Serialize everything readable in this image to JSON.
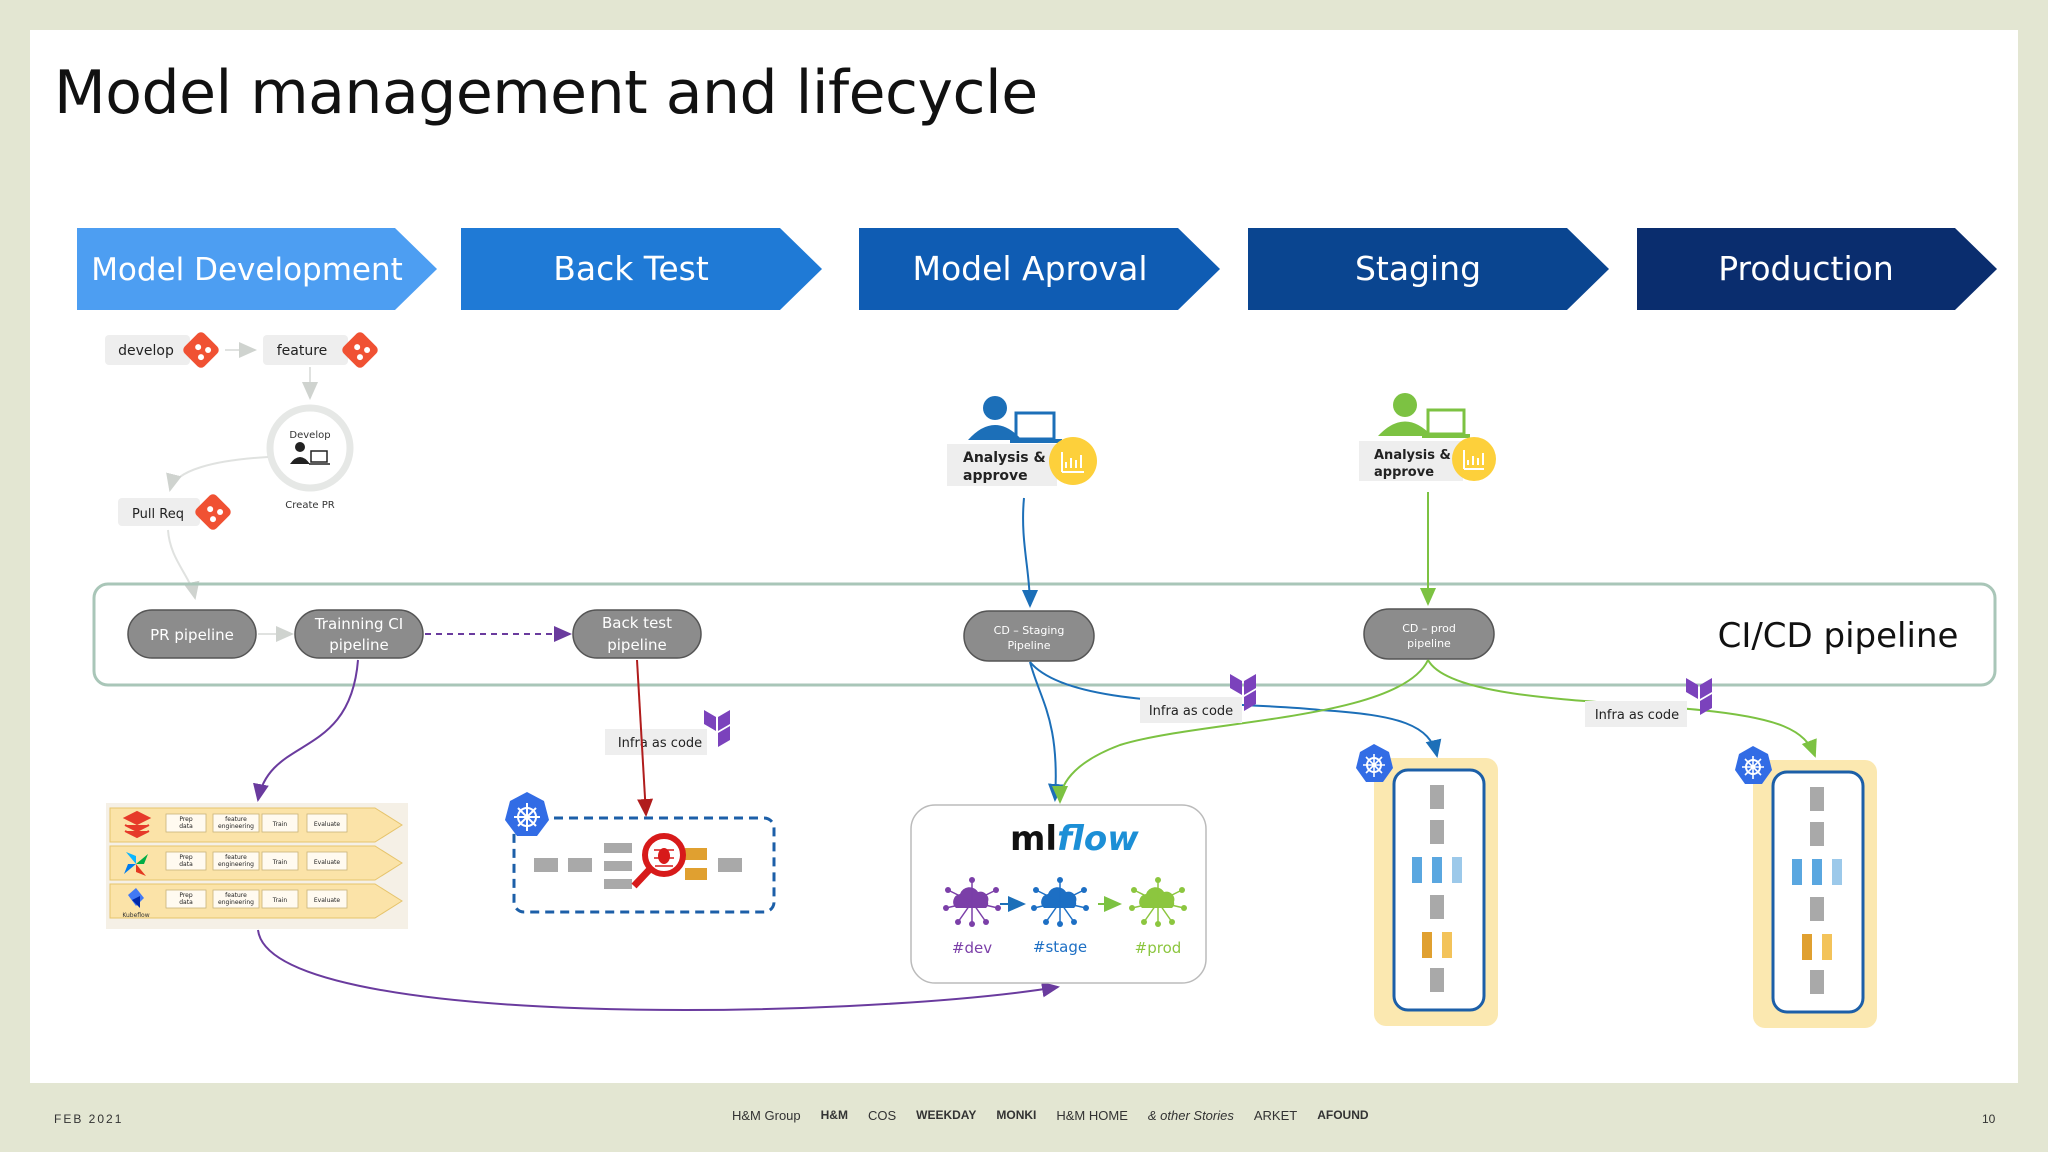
{
  "title": "Model management and lifecycle",
  "stages": [
    "Model Development",
    "Back Test",
    "Model Aproval",
    "Staging",
    "Production"
  ],
  "stage_colors": [
    "#4d9ef2",
    "#1f7ad6",
    "#0f5cb3",
    "#0a4590",
    "#0a2d6e"
  ],
  "git": {
    "develop": "develop",
    "feature": "feature",
    "pull_req": "Pull Req",
    "develop_cycle": "Develop",
    "create_pr": "Create PR"
  },
  "cicd": {
    "label": "CI/CD pipeline",
    "pr_pipeline": "PR pipeline",
    "training_ci": [
      "Trainning CI",
      "pipeline"
    ],
    "back_test": [
      "Back test",
      "pipeline"
    ],
    "cd_staging": [
      "CD – Staging",
      "Pipeline"
    ],
    "cd_prod": [
      "CD – prod",
      "pipeline"
    ]
  },
  "analysis_label": [
    "Analysis &",
    "approve"
  ],
  "infra_as_code": "Infra as code",
  "pipeline_steps": [
    "Prep data",
    "feature engineering",
    "Train",
    "Evaluate"
  ],
  "kubeflow_label": "Kubeflow",
  "mlflow": {
    "logo_ml": "ml",
    "logo_flow": "flow",
    "envs": [
      "#dev",
      "#stage",
      "#prod"
    ],
    "env_colors": [
      "#7b3fa8",
      "#1d6fc4",
      "#8cc63f"
    ]
  },
  "footer": {
    "date": "FEB 2021",
    "brands": [
      "H&M Group",
      "H&M",
      "COS",
      "WEEKDAY",
      "MONKI",
      "H&M HOME",
      "& other Stories",
      "ARKET",
      "AFOUND"
    ],
    "page": "10"
  }
}
